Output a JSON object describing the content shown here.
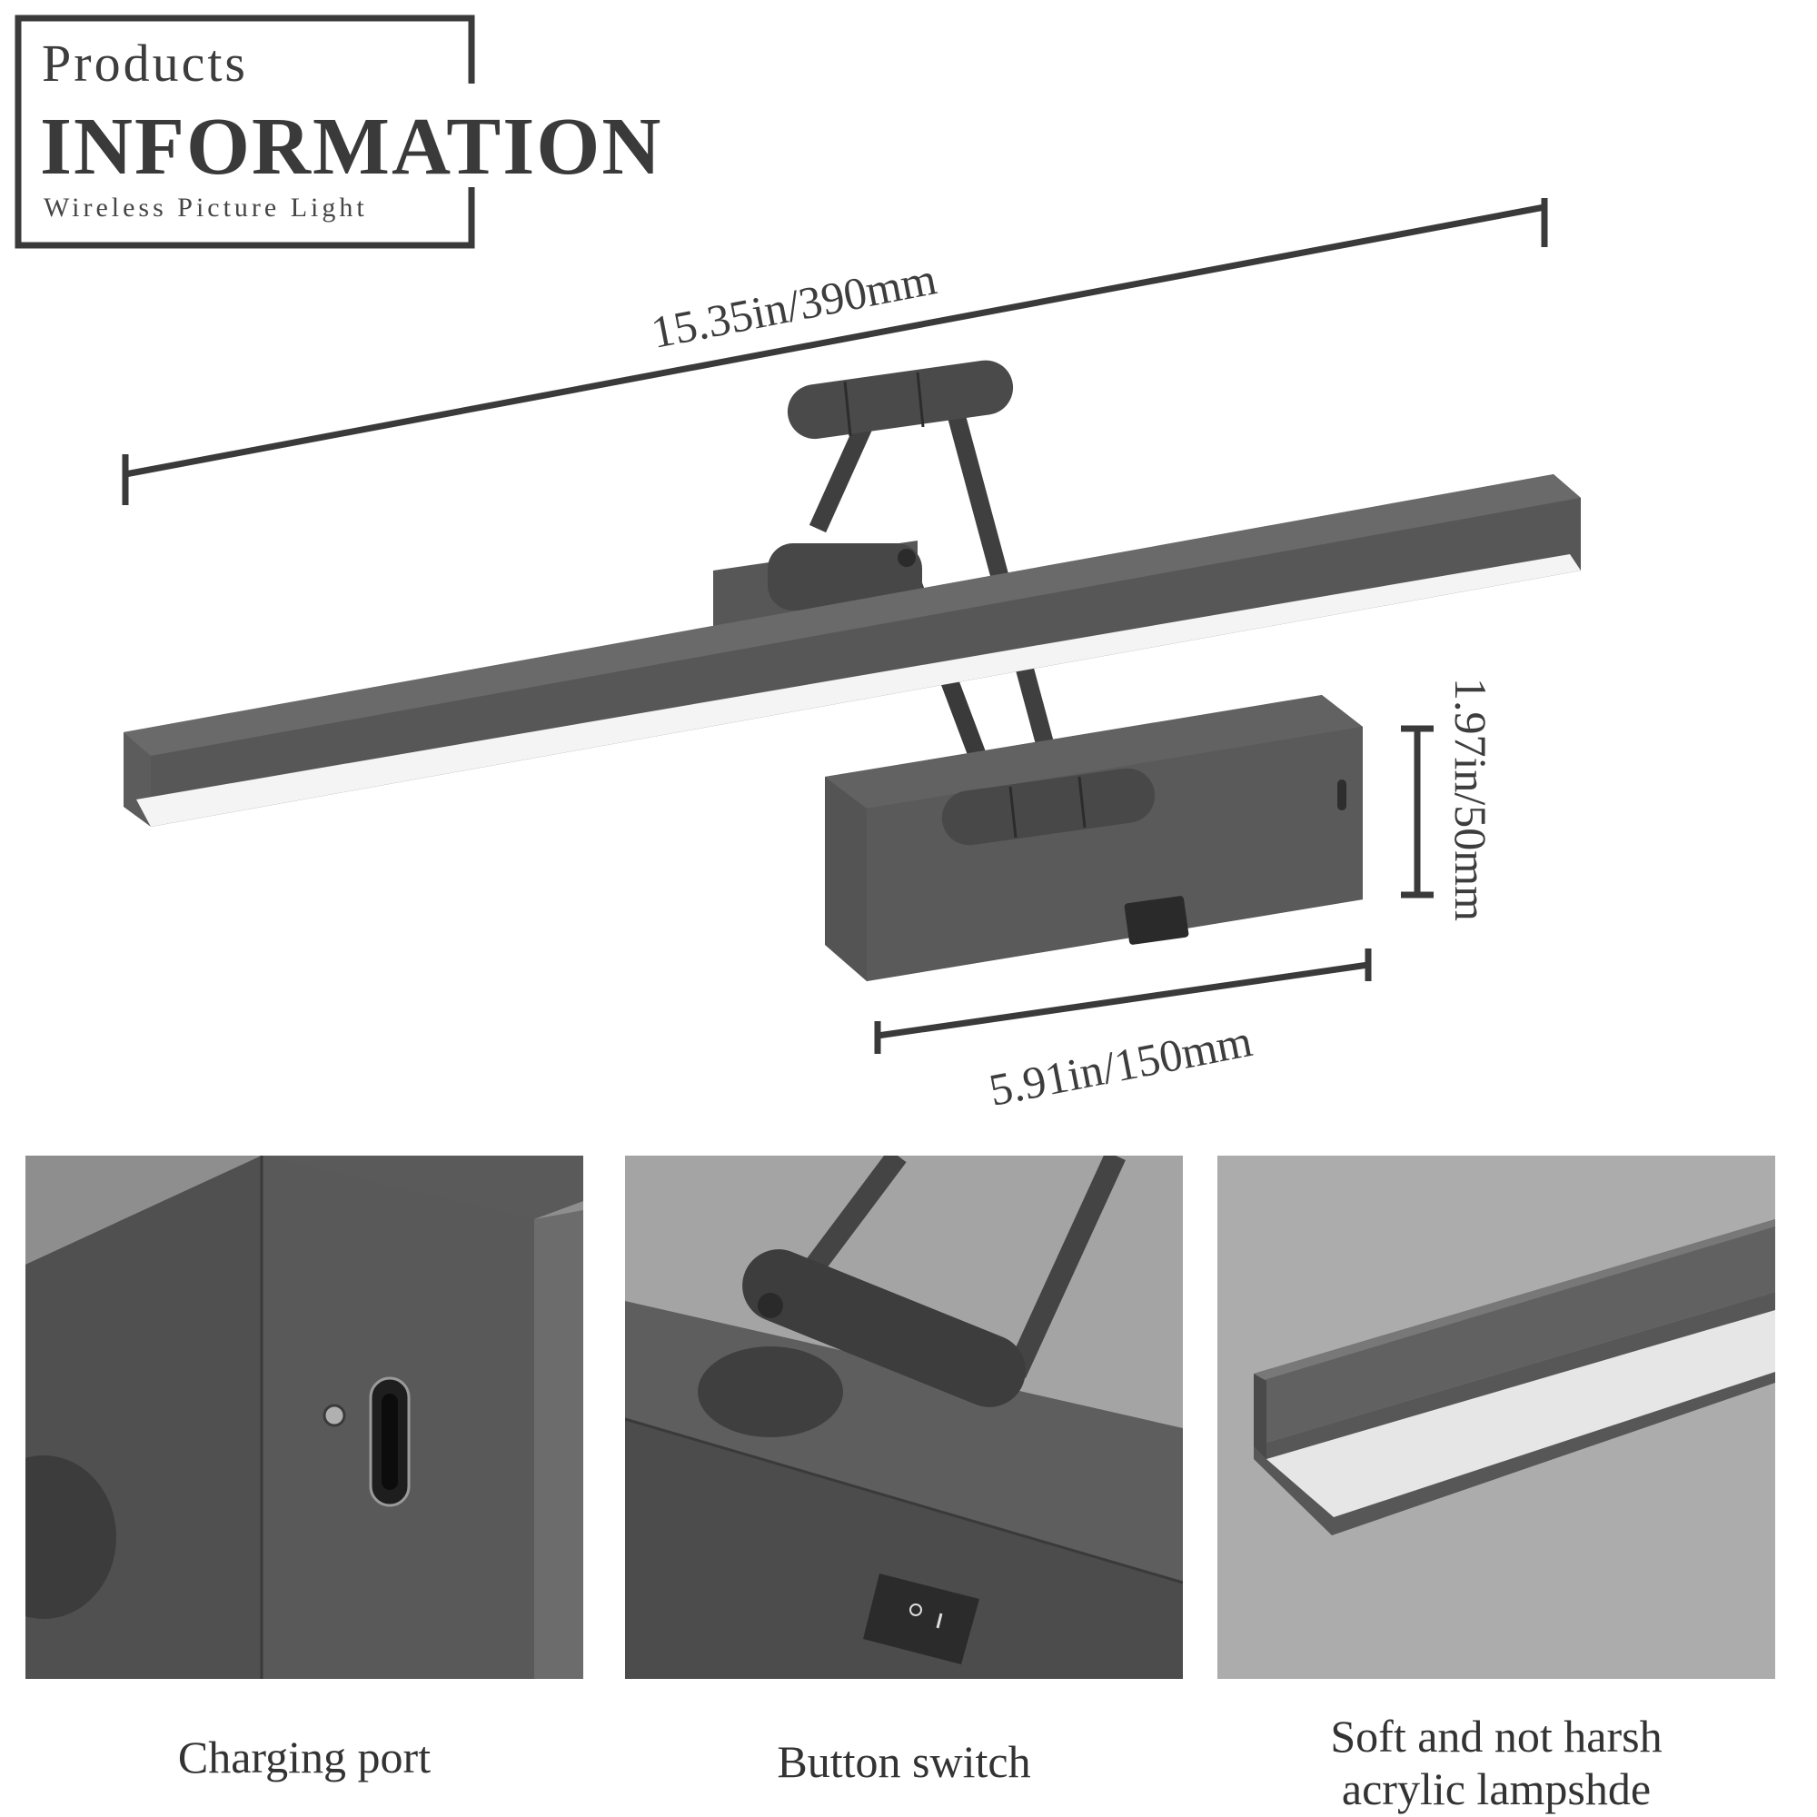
{
  "header": {
    "line1": "Products",
    "line2": "INFORMATION",
    "line3": "Wireless Picture Light"
  },
  "dimensions": {
    "length": "15.35in/390mm",
    "height": "1.97in/50mm",
    "width": "5.91in/150mm"
  },
  "features": [
    {
      "caption": "Charging port"
    },
    {
      "caption": "Button switch"
    },
    {
      "caption_line1": "Soft and not harsh",
      "caption_line2": "acrylic lampshde"
    }
  ],
  "colors": {
    "metal": "#5a5a5a",
    "metal_dark": "#3a3a3a",
    "text": "#3a3a3a"
  }
}
